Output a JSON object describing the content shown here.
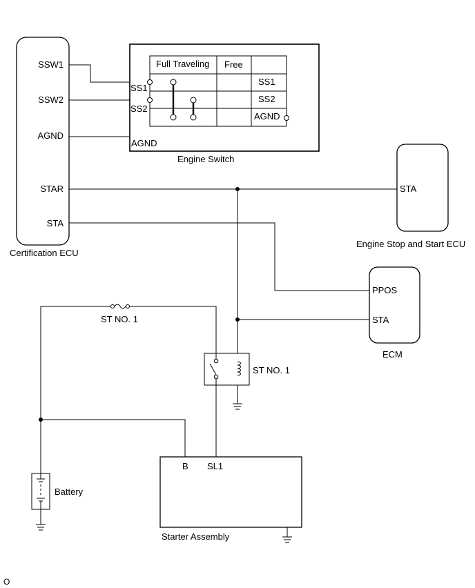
{
  "certification_ecu": {
    "name": "Certification ECU",
    "pins": {
      "ssw1": "SSW1",
      "ssw2": "SSW2",
      "agnd": "AGND",
      "star": "STAR",
      "sta": "STA"
    }
  },
  "engine_switch": {
    "name": "Engine Switch",
    "headers": {
      "full_traveling": "Full Traveling",
      "free": "Free"
    },
    "rows": {
      "ss1": "SS1",
      "ss2": "SS2",
      "agnd": "AGND"
    },
    "inputs": {
      "ss1": "SS1",
      "ss2": "SS2",
      "agnd": "AGND"
    }
  },
  "engine_stop_start_ecu": {
    "name": "Engine Stop and Start ECU",
    "pin": "STA"
  },
  "ecm": {
    "name": "ECM",
    "pins": {
      "ppos": "PPOS",
      "sta": "STA"
    }
  },
  "fuse": {
    "label": "ST NO. 1"
  },
  "relay": {
    "label": "ST NO. 1"
  },
  "battery": {
    "label": "Battery"
  },
  "starter": {
    "name": "Starter Assembly",
    "pins": {
      "b": "B",
      "sl1": "SL1"
    }
  },
  "corner_mark": "O"
}
